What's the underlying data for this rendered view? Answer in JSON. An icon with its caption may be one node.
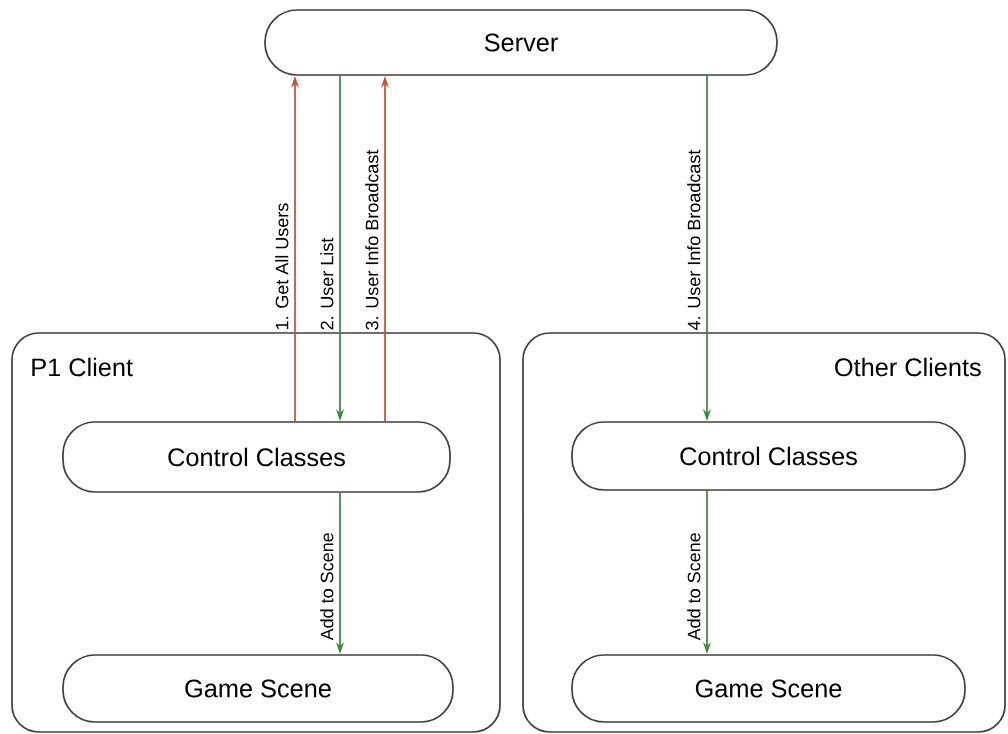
{
  "diagram": {
    "nodes": [
      {
        "text": [
          "Server"
        ]
      },
      {
        "text": [
          "P1 Client"
        ]
      },
      {
        "text": [
          "Control Classes"
        ],
        "in": 1
      },
      {
        "text": [
          "Game Scene"
        ],
        "in": 1
      },
      {
        "text": [
          "Other Clients"
        ]
      },
      {
        "text": [
          "Control Classes"
        ],
        "in": 4
      },
      {
        "text": [
          "Game Scene"
        ],
        "in": 4
      }
    ],
    "edges": [
      {
        "from": 2,
        "to": 0,
        "arrow": "to",
        "label": "1. Get All Users",
        "color": "#c8502e"
      },
      {
        "from": 0,
        "to": 2,
        "arrow": "to",
        "label": "2. User List"
      },
      {
        "from": 2,
        "to": 0,
        "arrow": "to",
        "label": "3. User Info Broadcast",
        "color": "#c8502e"
      },
      {
        "from": 0,
        "to": 5,
        "arrow": "to",
        "label": "4. User Info Broadcast"
      },
      {
        "from": 2,
        "to": 3,
        "arrow": "to",
        "label": "Add to Scene"
      },
      {
        "from": 5,
        "to": 6,
        "arrow": "to",
        "label": "Add to Scene"
      }
    ]
  }
}
